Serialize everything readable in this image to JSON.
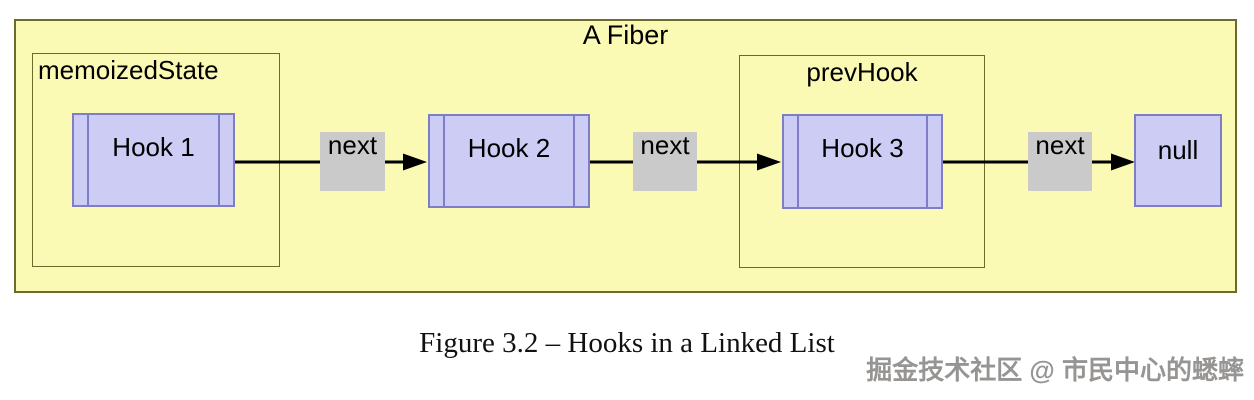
{
  "diagram": {
    "title": "A Fiber",
    "clusters": [
      {
        "label": "memoizedState"
      },
      {
        "label": "prevHook"
      }
    ],
    "nodes": [
      {
        "label": "Hook 1"
      },
      {
        "label": "Hook 2"
      },
      {
        "label": "Hook 3"
      },
      {
        "label": "null"
      }
    ],
    "edges": [
      {
        "label": "next",
        "from": "Hook 1",
        "to": "Hook 2"
      },
      {
        "label": "next",
        "from": "Hook 2",
        "to": "Hook 3"
      },
      {
        "label": "next",
        "from": "Hook 3",
        "to": "null"
      }
    ],
    "colors": {
      "fiber_fill": "#FAFAB4",
      "fiber_border": "#6B6B2B",
      "node_fill": "#CDCCF4",
      "node_border": "#7E7EC8",
      "edge_label_fill": "#CACACA",
      "arrow": "#000000",
      "text": "#000000",
      "watermark": "#979593"
    }
  },
  "caption": "Figure 3.2 – Hooks in a Linked List",
  "watermark": "掘金技术社区 @ 市民中心的蟋蟀"
}
